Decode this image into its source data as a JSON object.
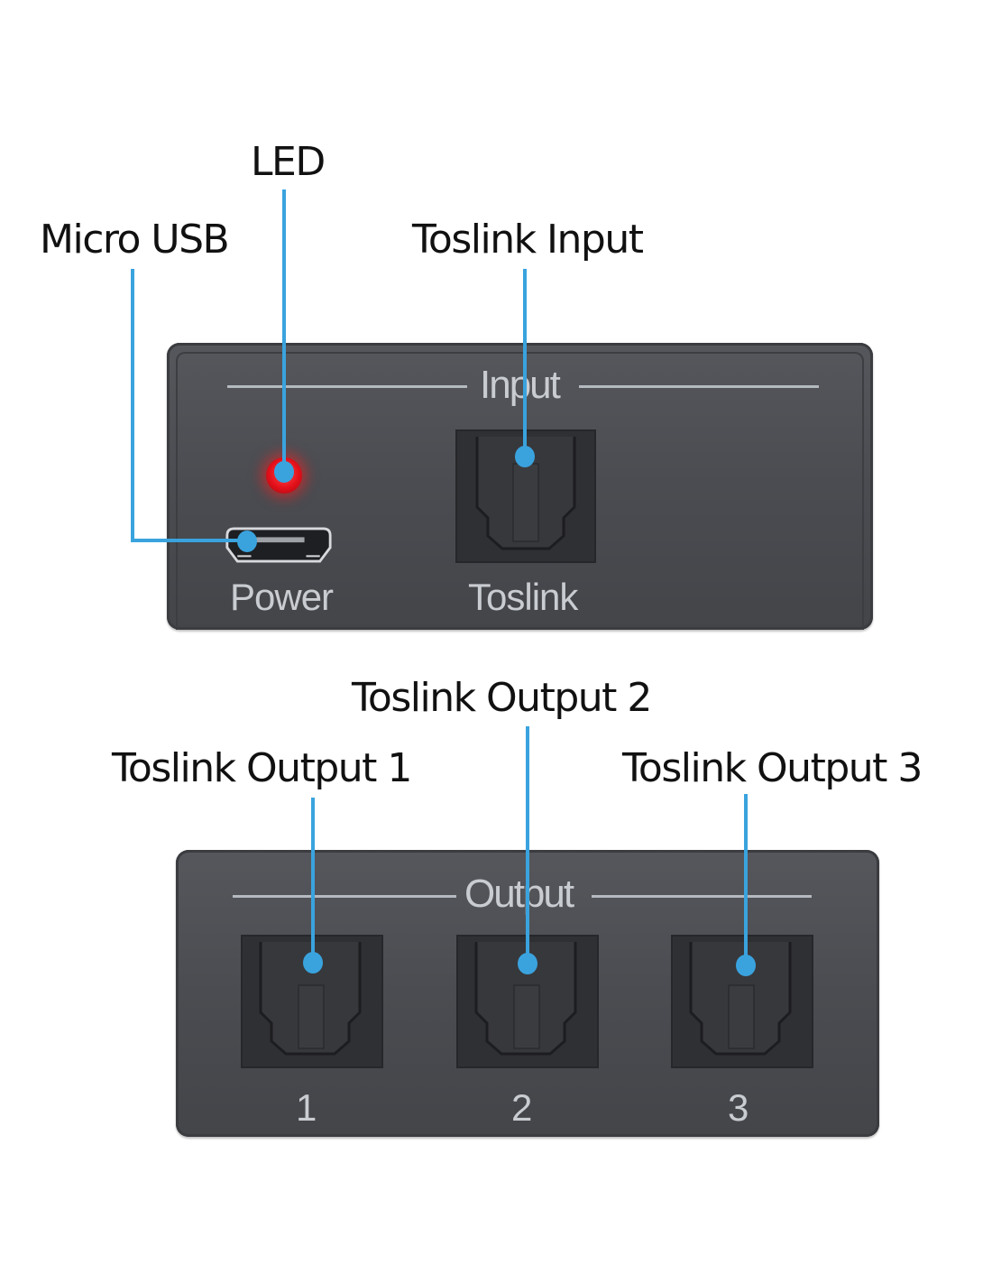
{
  "callouts": {
    "led": "LED",
    "micro_usb": "Micro USB",
    "toslink_input": "Toslink Input",
    "toslink_output_1": "Toslink Output 1",
    "toslink_output_2": "Toslink Output 2",
    "toslink_output_3": "Toslink Output 3"
  },
  "input_panel": {
    "title": "Input",
    "power_label": "Power",
    "toslink_label": "Toslink"
  },
  "output_panel": {
    "title": "Output",
    "ports": [
      {
        "label": "1"
      },
      {
        "label": "2"
      },
      {
        "label": "3"
      }
    ]
  },
  "colors": {
    "leader_line": "#3aa3de",
    "panel": "#4d4f54",
    "led": "#e3101a",
    "panel_text": "#c9ccd1"
  }
}
